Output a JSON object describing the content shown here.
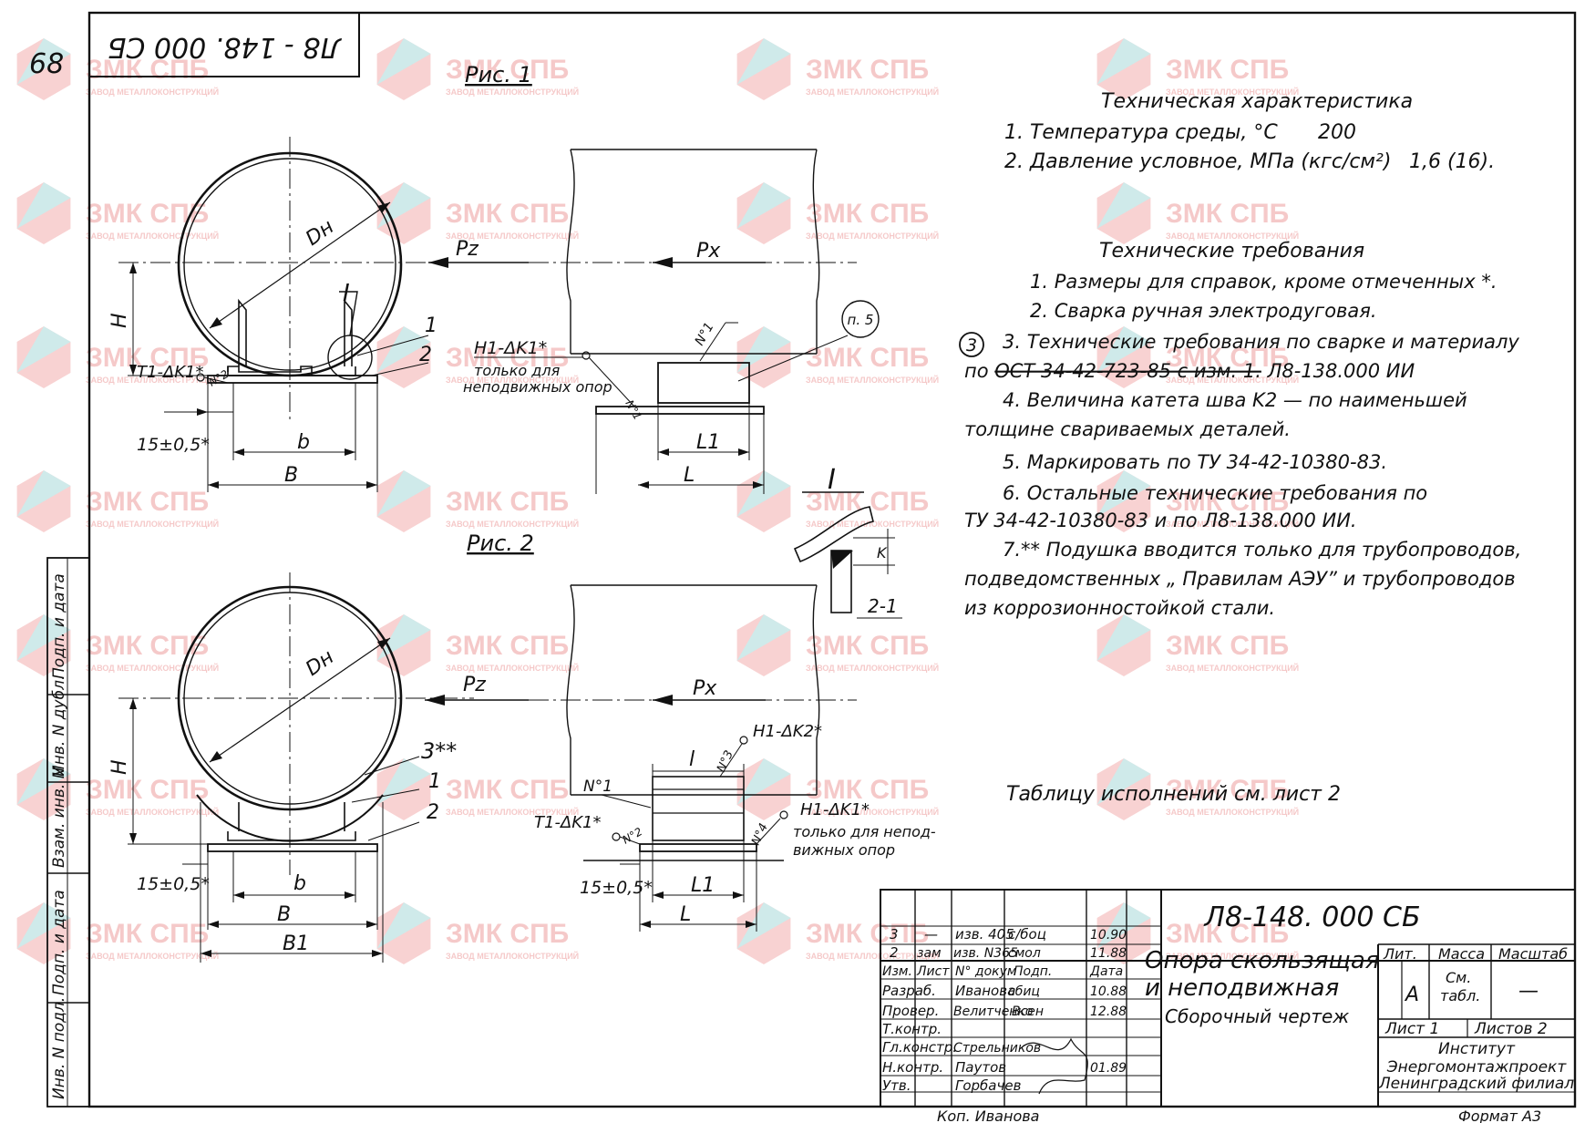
{
  "page_number": "68",
  "doc_code_top": "Л8 - 148. 000 СБ",
  "watermark": {
    "brand": "ЗМК СПБ",
    "tagline": "ЗАВОД МЕТАЛЛОКОНСТРУКЦИЙ",
    "colors": {
      "text": "#f2b7b7",
      "icon_red": "#f6c3c3",
      "icon_teal": "#bfe3e3"
    }
  },
  "side_strip": [
    "Подп. и дата",
    "Инв. N дубл.",
    "Взам. инв. N",
    "Подп. и дата",
    "Инв. N подл."
  ],
  "fig1": {
    "title": "Рис. 1",
    "dn": "Dн",
    "pz": "Pz",
    "px": "Px",
    "h": "H",
    "detail_mark": "I",
    "part1": "1",
    "part2": "2",
    "t1": "T1-ΔK1*",
    "n2": "N°2",
    "h1_label": "H1-ΔK1*",
    "h1_note1": "только для",
    "h1_note2": "неподвижных опор",
    "n1a": "N°1",
    "n1b": "N°1",
    "p5": "п. 5",
    "dim_15": "15±0,5*",
    "dim_b": "b",
    "dim_B": "B",
    "dim_L1": "L1",
    "dim_L": "L"
  },
  "fig2": {
    "title": "Рис. 2",
    "dn": "Dн",
    "pz": "Pz",
    "px": "Px",
    "h": "H",
    "part3": "3**",
    "part1": "1",
    "part2": "2",
    "t1": "T1-ΔK1*",
    "n1": "N°1",
    "n2": "N°2",
    "n3": "N°3",
    "n4": "N°4",
    "h1_label": "H1-ΔK2*",
    "h1b_label": "H1-ΔK1*",
    "h1b_note1": "только для непод-",
    "h1b_note2": "вижных опор",
    "dim_l": "l",
    "dim_15a": "15±0,5*",
    "dim_15b": "15±0,5*",
    "dim_b": "b",
    "dim_B": "B",
    "dim_B1": "B1",
    "dim_L1": "L1",
    "dim_L": "L"
  },
  "detail": {
    "mark": "I",
    "k": "K",
    "scale": "2-1"
  },
  "tech_char": {
    "title": "Техническая   характеристика",
    "line1_label": "1. Температура среды, °С",
    "line1_value": "200",
    "line2_label": "2. Давление условное, МПа (кгс/см²)",
    "line2_value": "1,6 (16)."
  },
  "tech_req": {
    "title": "Технические  требования",
    "rev_mark": "3",
    "l1": "1. Размеры для справок, кроме отмеченных *.",
    "l2": "2. Сварка ручная электродуговая.",
    "l3a": "3. Технические требования по сварке и материалу",
    "l3b_prefix": "по ",
    "l3b_struck": "ОСТ 34-42-723-85 с изм. 1.",
    "l3b_suffix": " Л8-138.000 ИИ",
    "l4a": "4. Величина катета шва K2 — по наименьшей",
    "l4b": "толщине свариваемых деталей.",
    "l5": "5. Маркировать по ТУ 34-42-10380-83.",
    "l6a": "6. Остальные технические требования по",
    "l6b": "ТУ 34-42-10380-83 и по Л8-138.000 ИИ.",
    "l7a": "7.** Подушка вводится только для трубопроводов,",
    "l7b": "подведомственных „ Правилам АЭУ” и трубопроводов",
    "l7c": "из коррозионностойкой стали."
  },
  "table_note": "Таблицу исполнений см. лист 2",
  "title_block": {
    "doc_code": "Л8-148. 000 СБ",
    "name1": "Опора скользящая",
    "name2": "и неподвижная",
    "name3": "Сборочный чертеж",
    "hdr_lit": "Лит.",
    "hdr_mass": "Масса",
    "hdr_scale": "Масштаб",
    "lit_value": "А",
    "mass_value1": "См.",
    "mass_value2": "табл.",
    "scale_value": "—",
    "sheet": "Лист  1",
    "sheets": "Листов  2",
    "org1": "Институт",
    "org2": "Энергомонтажпроект",
    "org3": "Ленинградский филиал",
    "format": "Формат  А3",
    "copied": "Коп.  Иванова",
    "rev_rows": [
      {
        "izm": "3",
        "list": "—",
        "doc": "изв. 405",
        "sign": "с/боц",
        "date": "10.90"
      },
      {
        "izm": "2",
        "list": "зам",
        "doc": "изв. N365",
        "sign": "смол",
        "date": "11.88"
      }
    ],
    "rev_header": {
      "izm": "Изм.",
      "list": "Лист",
      "doc": "N° докум",
      "sign": "Подп.",
      "date": "Дата"
    },
    "staff": [
      {
        "role": "Разраб.",
        "name": "Иванова",
        "sign": "сбиц",
        "date": "10.88"
      },
      {
        "role": "Провер.",
        "name": "Велитченко",
        "sign": "Всен",
        "date": "12.88"
      },
      {
        "role": "Т.контр.",
        "name": "",
        "sign": "",
        "date": ""
      },
      {
        "role": "Гл.констр.",
        "name": "Стрельников",
        "sign": "",
        "date": ""
      },
      {
        "role": "Н.контр.",
        "name": "Паутов",
        "sign": "",
        "date": "01.89"
      },
      {
        "role": "Утв.",
        "name": "Горбачев",
        "sign": "",
        "date": ""
      }
    ]
  }
}
